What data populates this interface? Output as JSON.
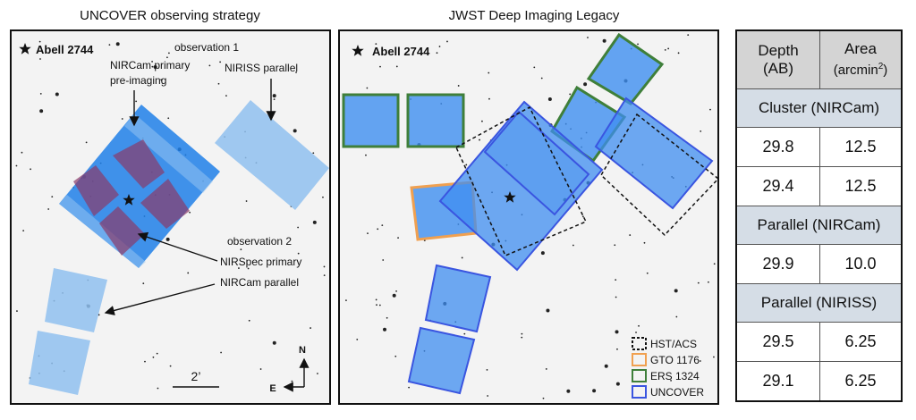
{
  "left_panel": {
    "title": "UNCOVER observing strategy",
    "target_label": "Abell 2744",
    "labels": {
      "observation1": "observation 1",
      "nircam_primary_line1": "NIRCam primary",
      "nircam_primary_line2": "pre-imaging",
      "niriss_parallel": "NIRISS parallel",
      "observation2": "observation 2",
      "nirspec_primary": "NIRSpec primary",
      "nircam_parallel": "NIRCam parallel"
    },
    "scale_bar": "2’",
    "compass": {
      "north": "N",
      "east": "E"
    },
    "colors": {
      "nircam": "#1f7fe8",
      "niriss": "#8fc0ef",
      "nirspec": "#8a3a6a"
    }
  },
  "right_panel": {
    "title": "JWST Deep Imaging Legacy",
    "target_label": "Abell 2744",
    "legend": [
      {
        "label": "HST/ACS",
        "color": "#111111",
        "style": "dashed"
      },
      {
        "label": "GTO 1176",
        "color": "#f0a050",
        "style": "solid"
      },
      {
        "label": "ERS 1324",
        "color": "#3f7f3a",
        "style": "solid"
      },
      {
        "label": "UNCOVER",
        "color": "#3a55e0",
        "style": "solid"
      }
    ],
    "fill_color": "#3f8ef0"
  },
  "table": {
    "header": {
      "depth_line1": "Depth",
      "depth_line2": "(AB)",
      "area_line1": "Area",
      "area_line2": "(arcmin",
      "area_sup": "2",
      "area_close": ")"
    },
    "sections": [
      {
        "title": "Cluster (NIRCam)",
        "rows": [
          {
            "depth": "29.8",
            "area": "12.5"
          },
          {
            "depth": "29.4",
            "area": "12.5"
          }
        ]
      },
      {
        "title": "Parallel (NIRCam)",
        "rows": [
          {
            "depth": "29.9",
            "area": "10.0"
          }
        ]
      },
      {
        "title": "Parallel (NIRISS)",
        "rows": [
          {
            "depth": "29.5",
            "area": "6.25"
          },
          {
            "depth": "29.1",
            "area": "6.25"
          }
        ]
      }
    ]
  }
}
